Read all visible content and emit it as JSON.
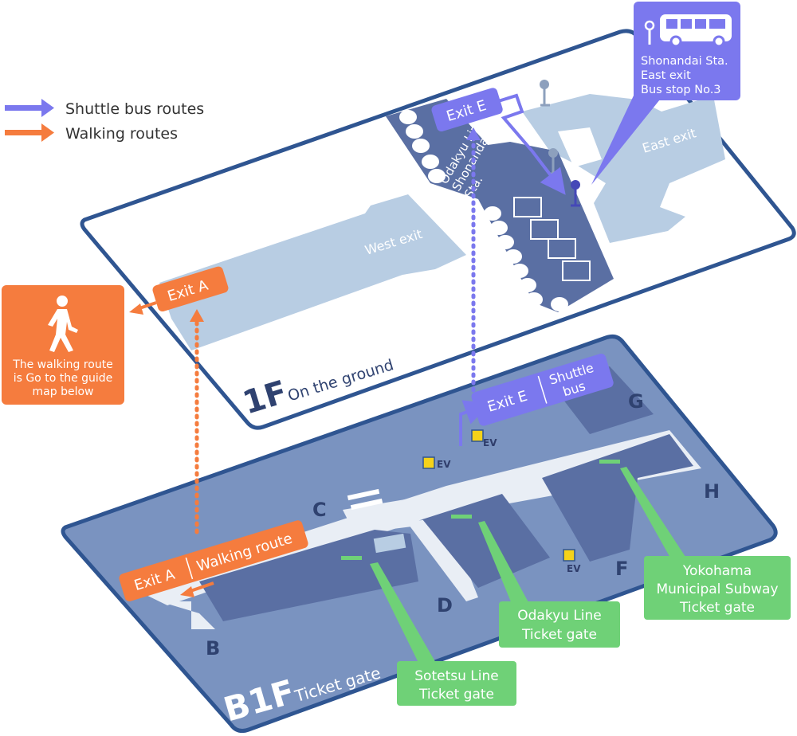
{
  "legend": {
    "shuttle_label": "Shuttle bus routes",
    "walking_label": "Walking routes",
    "shuttle_color": "#7b78ee",
    "walking_color": "#f57c3e"
  },
  "floor_1f": {
    "number": "1F",
    "label": "On the ground",
    "west_exit": "West exit",
    "east_exit": "East exit",
    "exit_a": "Exit A",
    "exit_e": "Exit E",
    "station_name": [
      "Odakyu Line",
      "Shonandai",
      "Sta."
    ]
  },
  "bus_stop": {
    "lines": [
      "Shonandai Sta.",
      "East exit",
      "Bus stop No.3"
    ],
    "icon": "bus-icon"
  },
  "walking_note": {
    "lines": [
      "The walking route",
      "is Go to the guide",
      "map below"
    ],
    "icon": "pedestrian-icon"
  },
  "floor_b1f": {
    "number": "B1F",
    "label": "Ticket gate",
    "exit_a": "Exit A",
    "walking_route": "Walking route",
    "exit_e": "Exit E",
    "shuttle_bus": [
      "Shuttle",
      "bus"
    ],
    "ev": "EV",
    "zones": {
      "b": "B",
      "c": "C",
      "d": "D",
      "f": "F",
      "g": "G",
      "h": "H"
    }
  },
  "gates": {
    "sotetsu": [
      "Sotetsu Line",
      "Ticket gate"
    ],
    "odakyu": [
      "Odakyu Line",
      "Ticket gate"
    ],
    "yokohama": [
      "Yokohama",
      "Municipal Subway",
      "Ticket gate"
    ]
  },
  "colors": {
    "floor_fill": "#7a93c0",
    "floor_border": "#2f5591",
    "dark_block": "#5a6fa3",
    "light_area": "#b8cde3",
    "gate_green": "#6fd177",
    "exit_orange": "#f57c3e",
    "exit_purple": "#7b78ee",
    "ev_yellow": "#f5d21a"
  }
}
